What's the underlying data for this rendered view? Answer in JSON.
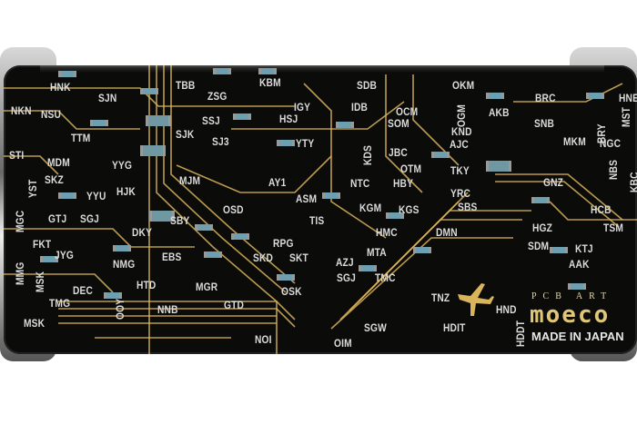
{
  "product": {
    "brand_line": "PCB ART",
    "brand_logo": "moeco",
    "made_in": "MADE IN JAPAN",
    "colors": {
      "board": "#0b0b0a",
      "trace": "#d9b45a",
      "component": "#6e9fb0",
      "label": "#dcdcdc"
    },
    "icon": "airplane-icon"
  },
  "stations": [
    "HNK",
    "TBB",
    "KBM",
    "SDB",
    "OKM",
    "BRC",
    "HNE",
    "NKN",
    "NSU",
    "SJN",
    "ZSG",
    "IGY",
    "HSJ",
    "IDB",
    "OCM",
    "OGM",
    "AKB",
    "SNB",
    "BRY",
    "MST",
    "SSJ",
    "SJK",
    "SJ3",
    "YTY",
    "TTM",
    "SOM",
    "KND",
    "AJC",
    "MKM",
    "NGC",
    "STI",
    "MDM",
    "JBC",
    "KDS",
    "OTM",
    "TKY",
    "YYG",
    "SKZ",
    "YST",
    "MJM",
    "AY1",
    "NTC",
    "HBY",
    "NBS",
    "KBC",
    "HJK",
    "YYU",
    "ASM",
    "GNZ",
    "YRC",
    "KGM",
    "KGS",
    "SBS",
    "HCB",
    "GTJ",
    "SGJ",
    "SBY",
    "OSD",
    "TIS",
    "MGC",
    "HMC",
    "DMN",
    "HGZ",
    "TSM",
    "DKY",
    "FKT",
    "RPG",
    "SDM",
    "KTJ",
    "JYG",
    "EBS",
    "SKD",
    "SKT",
    "MTA",
    "AZJ",
    "AAK",
    "NMG",
    "MMG",
    "MSK",
    "DEC",
    "HTD",
    "MGR",
    "OSK",
    "SGJ",
    "TMC",
    "TMG",
    "OOY",
    "NNB",
    "GTD",
    "TNZ",
    "HND",
    "MSK",
    "SGW",
    "HDIT",
    "HDDT",
    "NOI",
    "OIM"
  ]
}
